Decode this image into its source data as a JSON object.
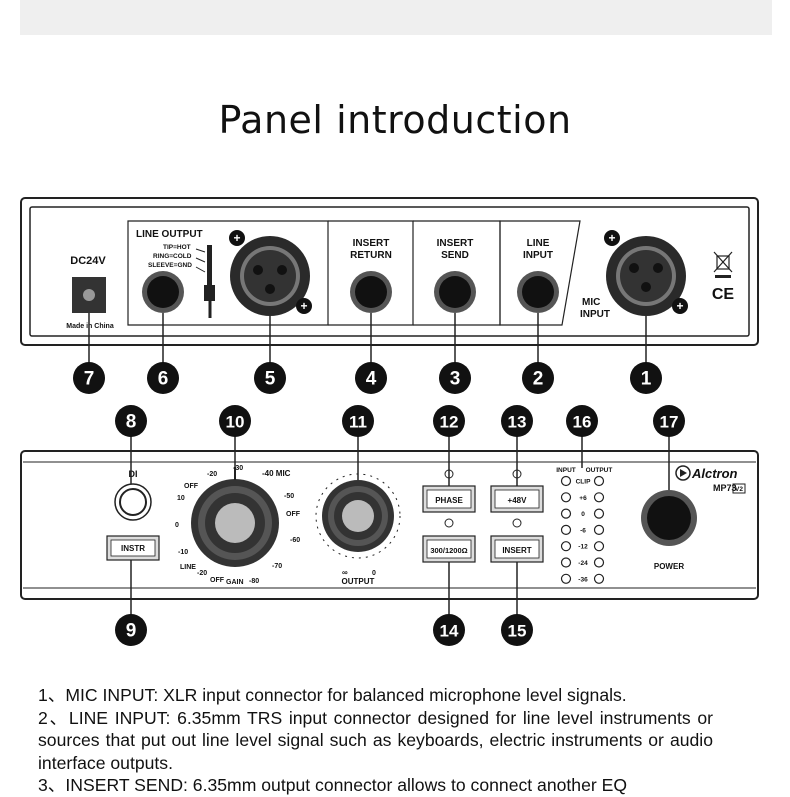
{
  "title": "Panel introduction",
  "rear": {
    "dc": "DC24V",
    "made_in": "Made in China",
    "line_output": "LINE OUTPUT",
    "tip": "TIP=HOT",
    "ring": "RING=COLD",
    "sleeve": "SLEEVE=GND",
    "insert_return_1": "INSERT",
    "insert_return_2": "RETURN",
    "insert_send_1": "INSERT",
    "insert_send_2": "SEND",
    "line_input_1": "LINE",
    "line_input_2": "INPUT",
    "mic_input_1": "MIC",
    "mic_input_2": "INPUT",
    "ce": "CE"
  },
  "front": {
    "di": "DI",
    "instr": "INSTR",
    "gain_scale": [
      "-20",
      "-30",
      "-40 MIC",
      "-50",
      "OFF",
      "-60",
      "-70",
      "-80",
      "GAIN",
      "OFF",
      "-20",
      "LINE",
      "-10",
      "0",
      "10",
      "OFF"
    ],
    "output": "OUTPUT",
    "out_min": "∞",
    "out_max": "0",
    "phase": "PHASE",
    "impedance": "300/1200Ω",
    "phantom": "+48V",
    "insert": "INSERT",
    "meter_input": "INPUT",
    "meter_output": "OUTPUT",
    "meter_levels": [
      "CLIP",
      "+6",
      "0",
      "-6",
      "-12",
      "-24",
      "-36"
    ],
    "brand": "Alctron",
    "model": "MP73",
    "model_badge": "V2",
    "power": "POWER"
  },
  "callouts": [
    "1",
    "2",
    "3",
    "4",
    "5",
    "6",
    "7",
    "8",
    "9",
    "10",
    "11",
    "12",
    "13",
    "14",
    "15",
    "16",
    "17"
  ],
  "descriptions": [
    "1、MIC INPUT: XLR input connector for balanced microphone level signals.",
    "2、LINE INPUT: 6.35mm TRS input connector designed for line level instruments or sources that put out line level signal such as keyboards, electric instruments or audio interface outputs.",
    "3、INSERT SEND: 6.35mm output connector allows to connect another EQ"
  ]
}
